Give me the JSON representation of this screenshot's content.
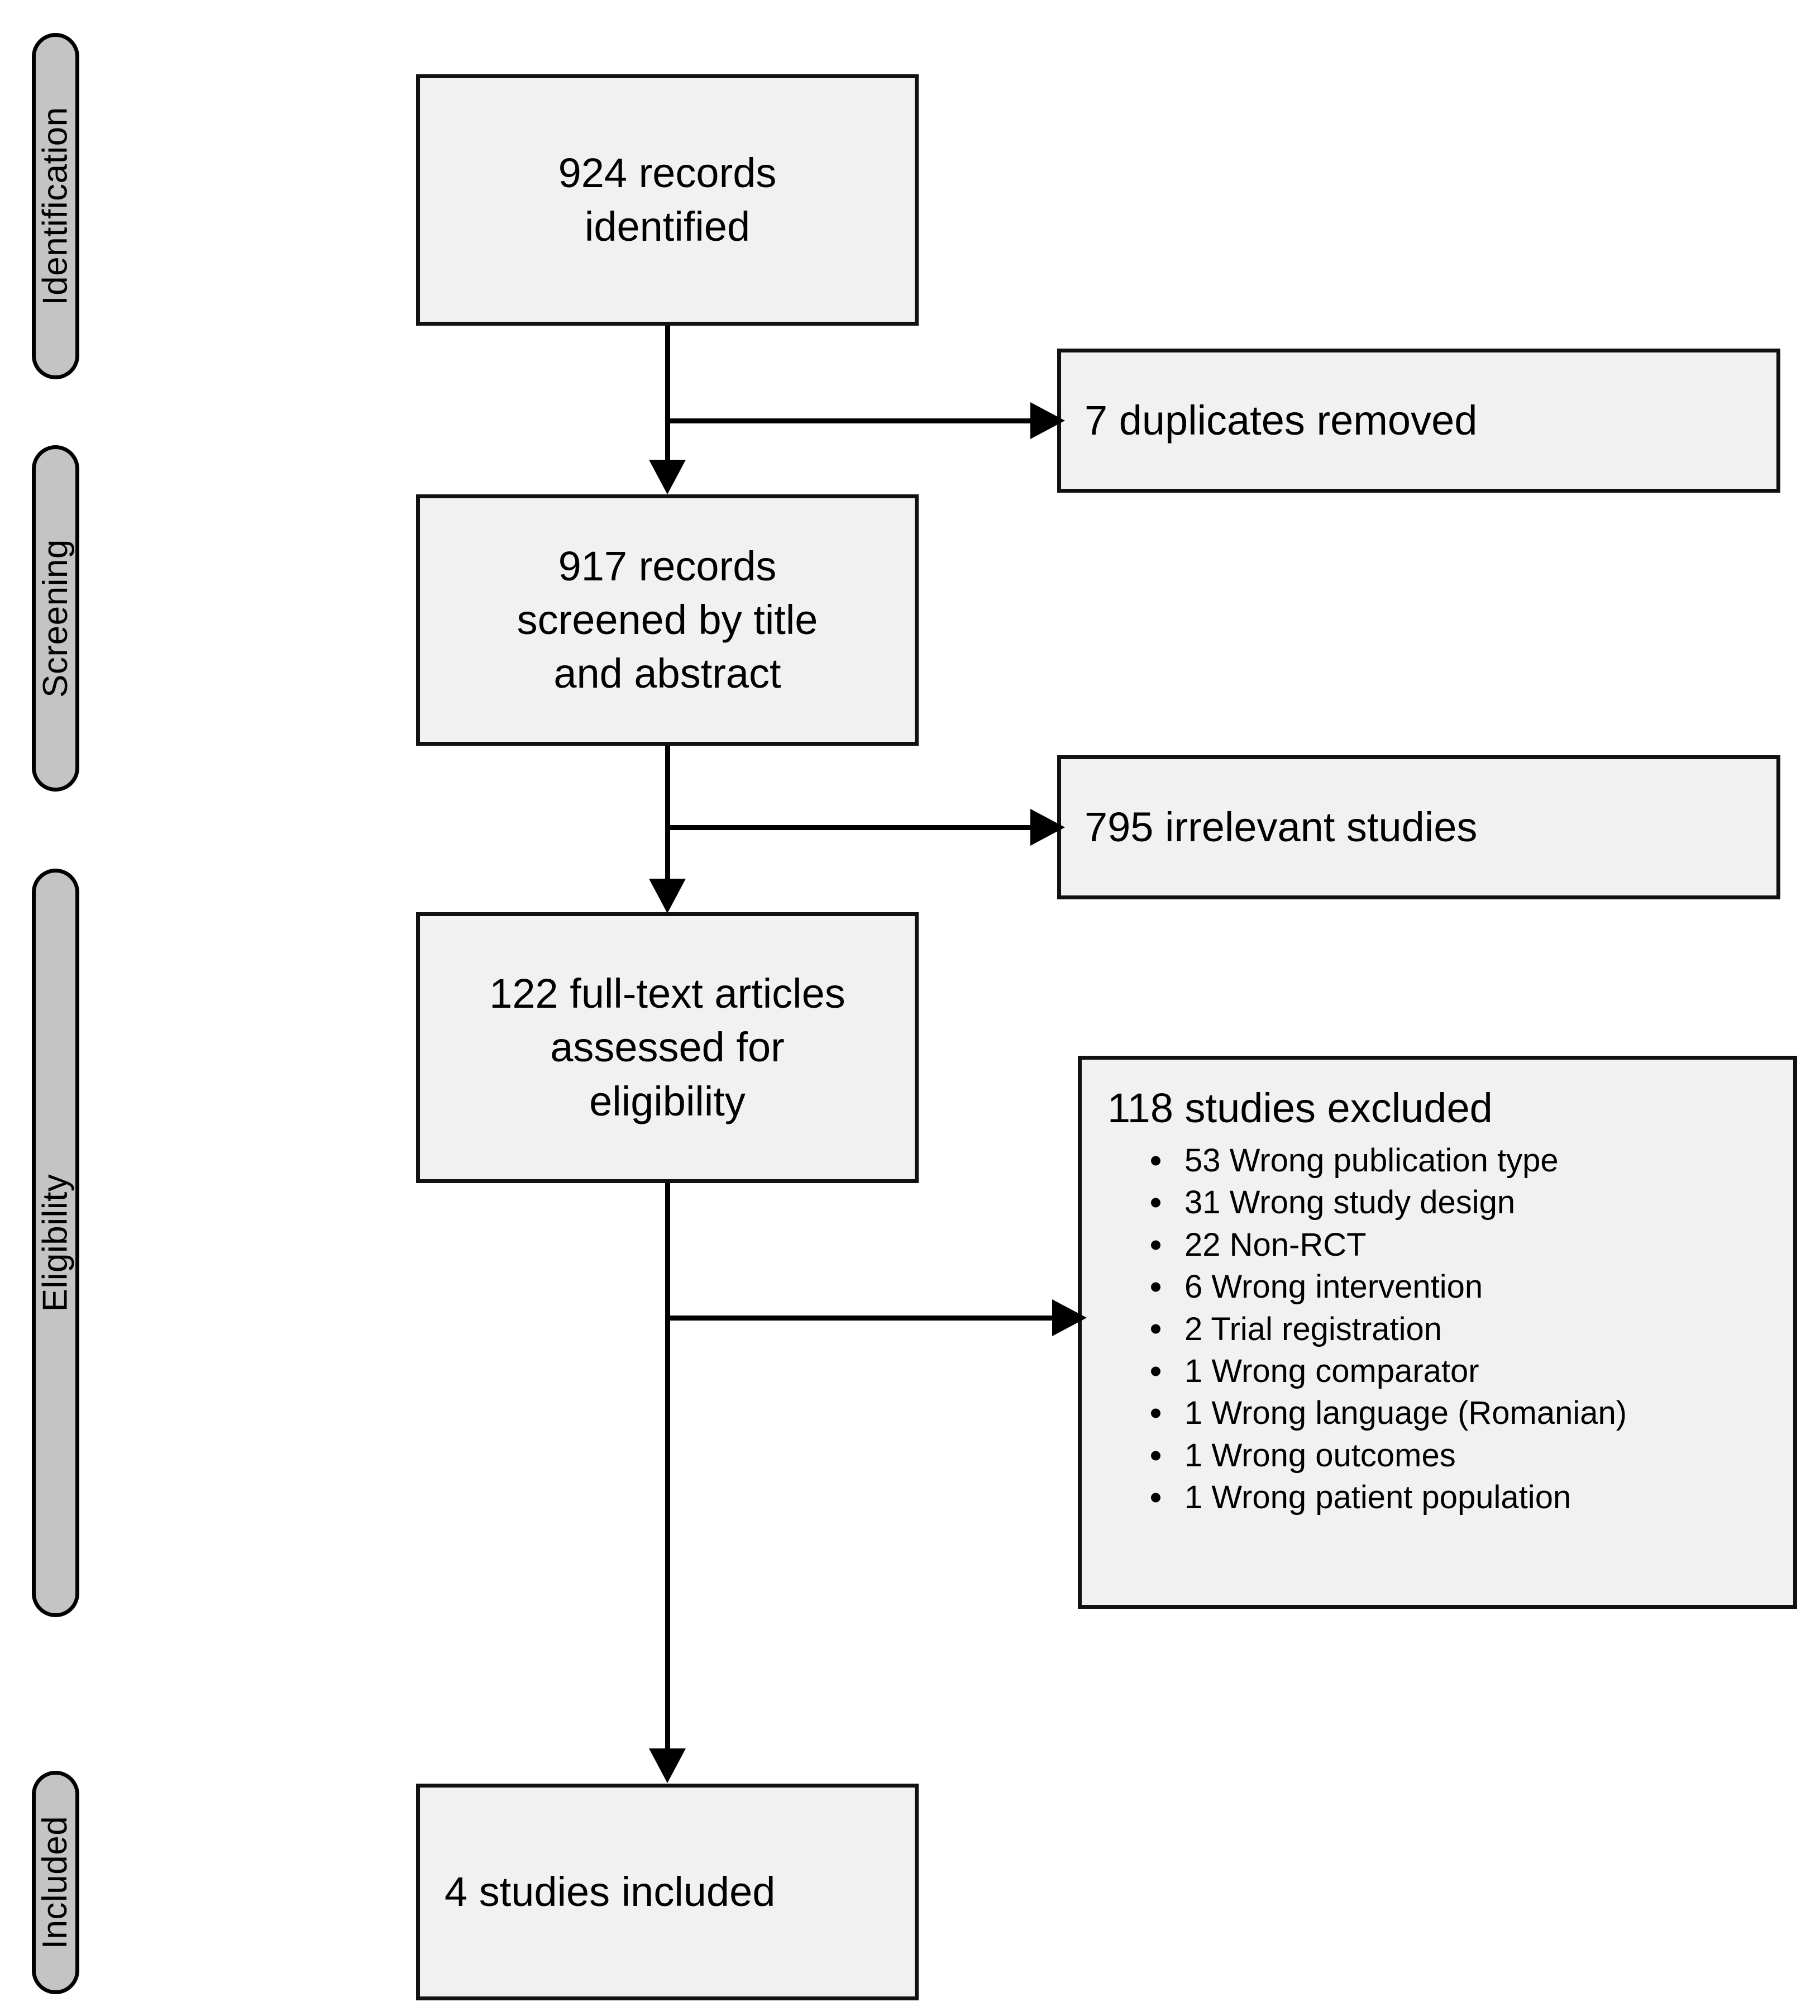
{
  "diagram": {
    "type": "prisma-flow-diagram",
    "background_color": "#ffffff",
    "box_fill_color": "#f1f1f1",
    "box_border_color": "#111111",
    "stage_pill_fill_color": "#c4c4c4",
    "connector_color": "#000000"
  },
  "stages": [
    {
      "id": "identification",
      "label": "Identification"
    },
    {
      "id": "screening",
      "label": "Screening"
    },
    {
      "id": "eligibility",
      "label": "Eligibility"
    },
    {
      "id": "included",
      "label": "Included"
    }
  ],
  "flow": {
    "identified": {
      "count": 924,
      "text": "924 records\nidentified"
    },
    "screened": {
      "count": 917,
      "text": "917 records\nscreened by title\nand abstract"
    },
    "full_text_assessed": {
      "count": 122,
      "text": "122 full-text articles\nassessed for\neligibility"
    },
    "included": {
      "count": 4,
      "text": "4 studies included"
    }
  },
  "exclusions": {
    "duplicates": {
      "count": 7,
      "text": "7 duplicates removed"
    },
    "irrelevant": {
      "count": 795,
      "text": "795 irrelevant studies"
    },
    "full_text_excluded": {
      "count": 118,
      "title": "118 studies excluded",
      "reasons": [
        {
          "count": 53,
          "label": "53 Wrong publication type"
        },
        {
          "count": 31,
          "label": "31  Wrong study design"
        },
        {
          "count": 22,
          "label": "22  Non-RCT"
        },
        {
          "count": 6,
          "label": "6  Wrong intervention"
        },
        {
          "count": 2,
          "label": "2 Trial registration"
        },
        {
          "count": 1,
          "label": "1 Wrong comparator"
        },
        {
          "count": 1,
          "label": "1 Wrong language (Romanian)"
        },
        {
          "count": 1,
          "label": "1 Wrong outcomes"
        },
        {
          "count": 1,
          "label": "1 Wrong patient population"
        }
      ]
    }
  }
}
